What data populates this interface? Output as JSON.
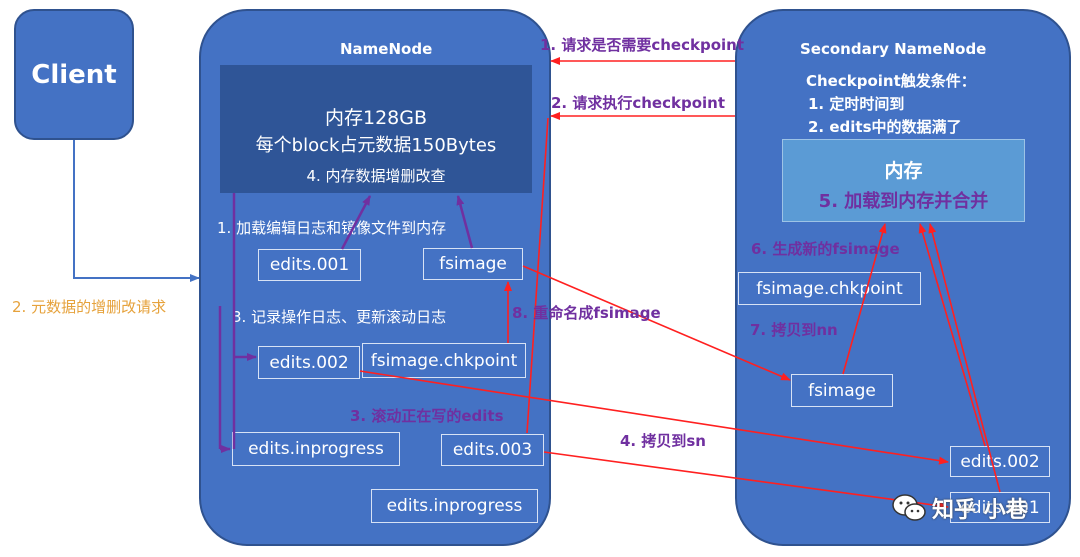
{
  "client": {
    "label": "Client"
  },
  "namenode": {
    "title": "NameNode",
    "memory": {
      "line1": "内存128GB",
      "line2": "每个block占元数据150Bytes",
      "line3": "4. 内存数据增删改查"
    },
    "step1_load": "1. 加载编辑日志和镜像文件到内存",
    "step3_record": "3. 记录操作日志、更新滚动日志",
    "files": {
      "edits001": "edits.001",
      "fsimage": "fsimage",
      "edits002": "edits.002",
      "fsimage_chkpoint": "fsimage.chkpoint",
      "edits_inprogress_1": "edits.inprogress",
      "edits003": "edits.003",
      "edits_inprogress_2": "edits.inprogress"
    }
  },
  "client_request": "2. 元数据的增删改请求",
  "arrows": {
    "a1": "1. 请求是否需要checkpoint",
    "a2": "2. 请求执行checkpoint",
    "a8": "8. 重命名成fsimage",
    "a3": "3. 滚动正在写的edits",
    "a4": "4. 拷贝到sn",
    "a6": "6. 生成新的fsimage",
    "a7": "7. 拷贝到nn"
  },
  "secondary": {
    "title": "Secondary NameNode",
    "cond_title": "Checkpoint触发条件：",
    "cond1": "1.    定时时间到",
    "cond2": "2.    edits中的数据满了",
    "mem_title": "内存",
    "mem_merge": "5. 加载到内存并合并",
    "files": {
      "fsimage_chkpoint": "fsimage.chkpoint",
      "fsimage": "fsimage",
      "edits002": "edits.002",
      "edits001": "edits.001"
    }
  },
  "watermark": {
    "text": "知乎 小巷",
    "icon": "wechat-icon"
  },
  "colors": {
    "panel": "#4472C4",
    "memory_dark": "#2F5597",
    "memory_light": "#5B9BD5",
    "red": "#FF2020",
    "purple": "#7030A0",
    "orange": "#E6A23C"
  }
}
